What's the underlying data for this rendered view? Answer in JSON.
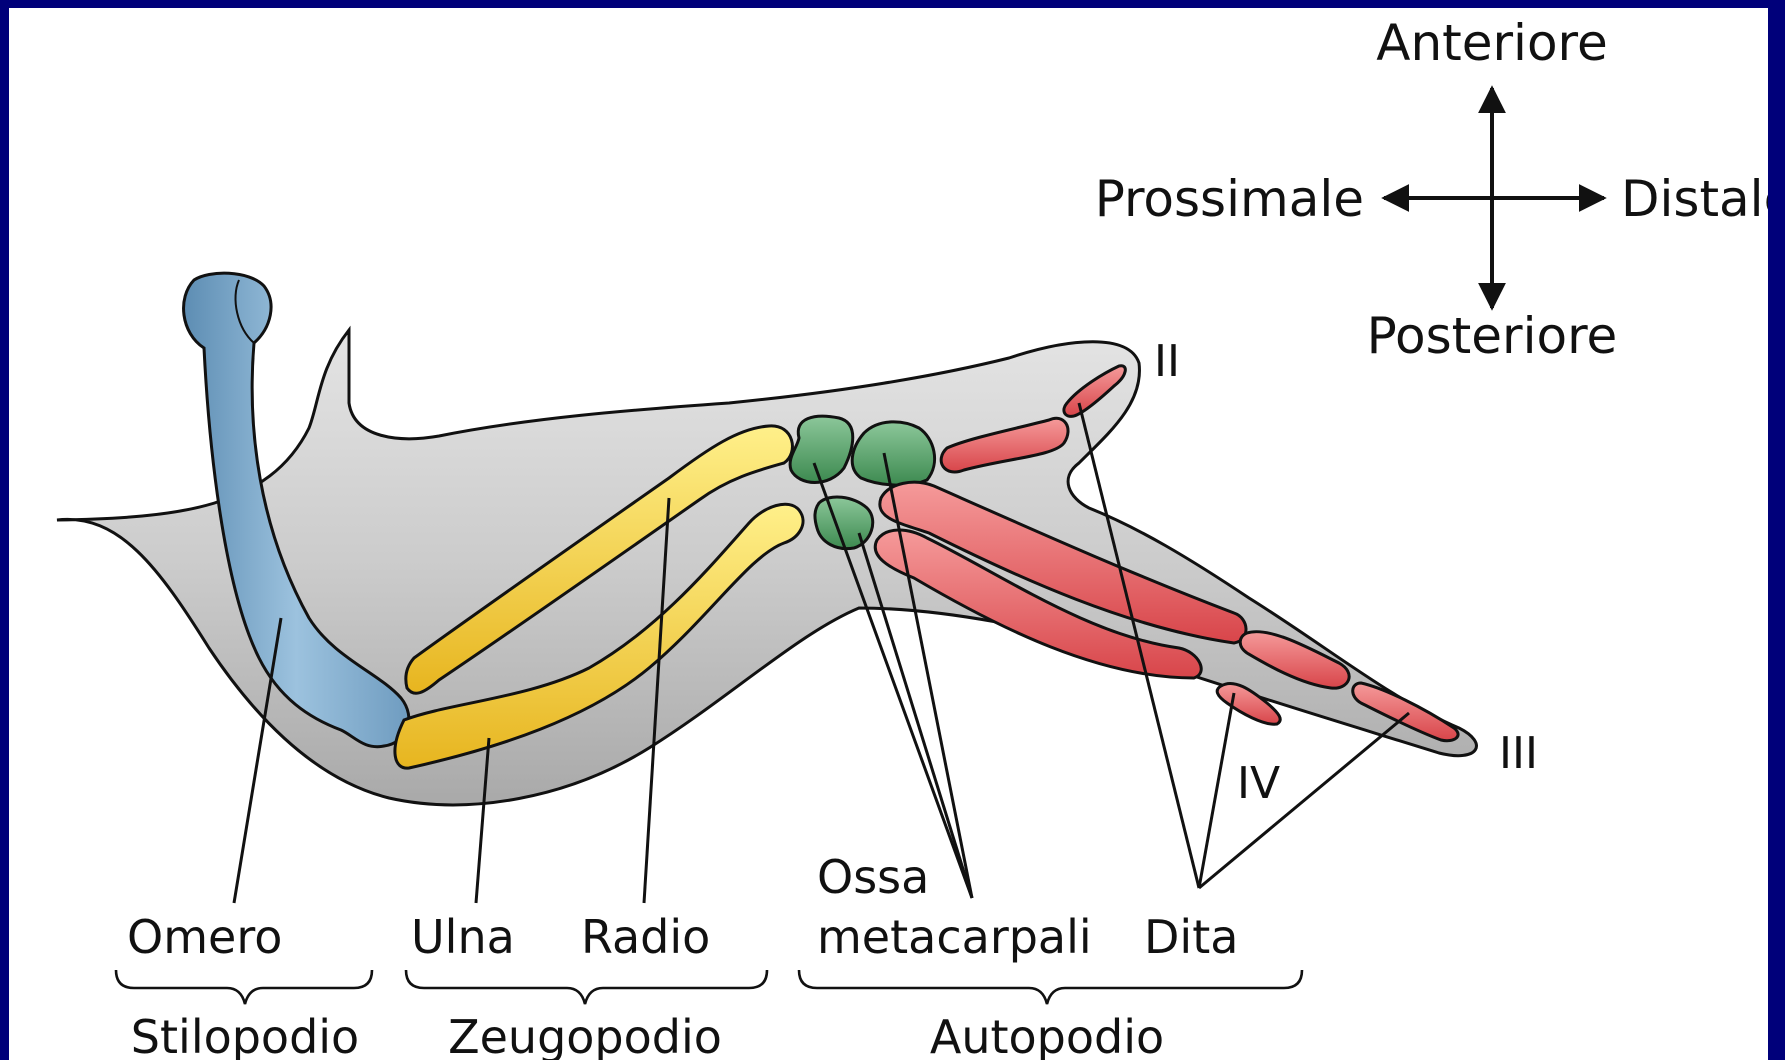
{
  "compass": {
    "up": "Anteriore",
    "left": "Prossimale",
    "right": "Distale",
    "down": "Posteriore"
  },
  "digits": {
    "d2": "II",
    "d3": "III",
    "d4": "IV"
  },
  "bones": {
    "humerus": "Omero",
    "ulna": "Ulna",
    "radius": "Radio",
    "metacarpals_line1": "Ossa",
    "metacarpals_line2": "metacarpali",
    "digits": "Dita"
  },
  "segments": {
    "stylopod": "Stilopodio",
    "zeugopod": "Zeugopodio",
    "autopod": "Autopodio"
  },
  "colors": {
    "background": "#00007a",
    "limb": "#c9c9c9",
    "humerus": "#7fa9c9",
    "forearm": "#f3d23a",
    "carpals": "#4c9a5f",
    "digits": "#e2595b"
  }
}
